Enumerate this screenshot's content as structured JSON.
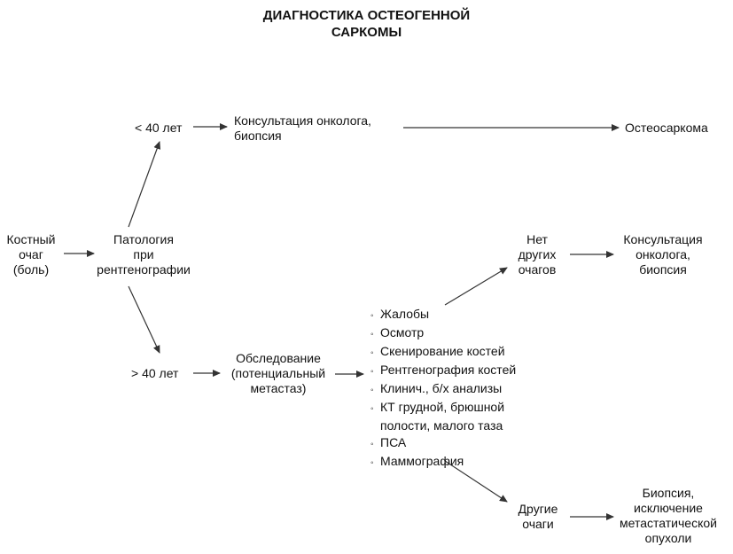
{
  "title": {
    "line1": "ДИАГНОСТИКА ОСТЕОГЕННОЙ",
    "line2": "САРКОМЫ"
  },
  "nodes": {
    "bone_focus": [
      "Костный",
      "очаг",
      "(боль)"
    ],
    "pathology": [
      "Патология",
      "при",
      "рентгенографии"
    ],
    "under40": "< 40 лет",
    "over40": "> 40 лет",
    "consult_top": [
      "Консультация онколога,",
      "биопсия"
    ],
    "osteosarcoma": "Остеосаркома",
    "exam": [
      "Обследование",
      "(потенциальный",
      "метастаз)"
    ],
    "no_other": [
      "Нет",
      "других",
      "очагов"
    ],
    "consult_right": [
      "Консультация",
      "онколога,",
      "биопсия"
    ],
    "other_foci": [
      "Другие",
      "очаги"
    ],
    "biopsy_right": [
      "Биопсия,",
      "исключение",
      "метастатической",
      "опухоли"
    ]
  },
  "bullet": "◦",
  "exam_list": [
    "Жалобы",
    "Осмотр",
    "Скенирование костей",
    "Рентгенография костей",
    "Клинич., б/х анализы",
    "КТ грудной, брюшной",
    "полости, малого таза",
    "ПСА",
    "Маммография"
  ]
}
